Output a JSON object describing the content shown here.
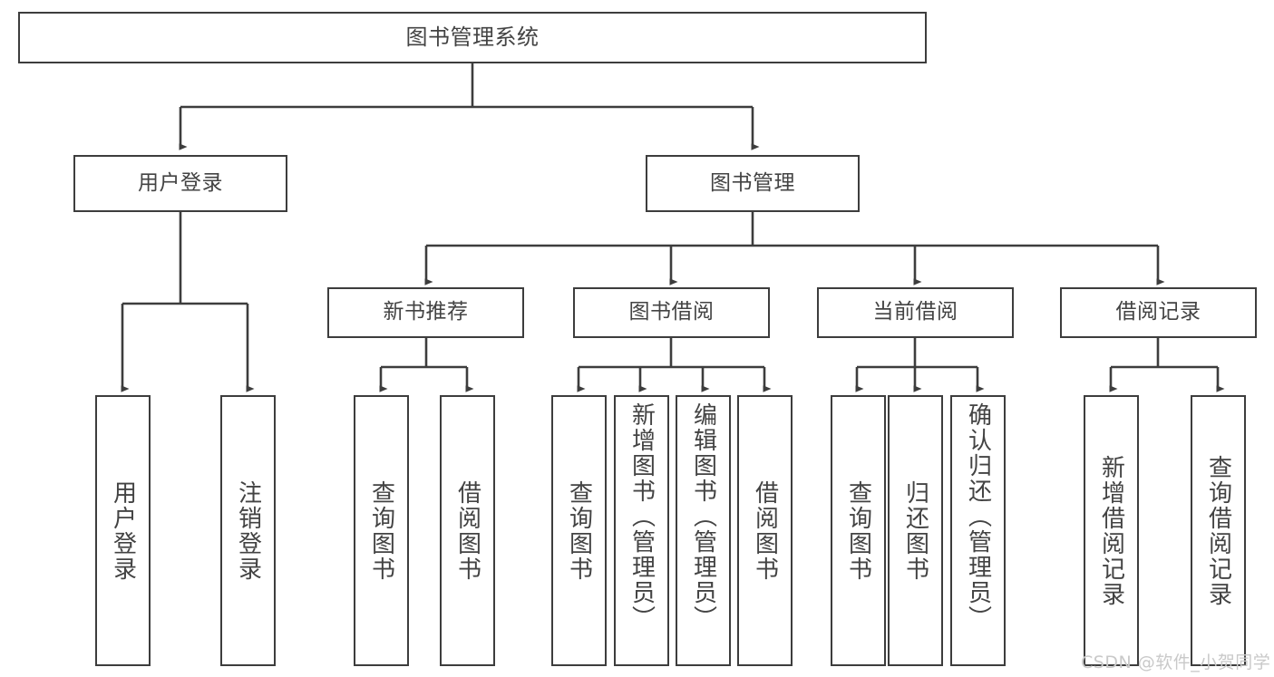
{
  "diagram": {
    "title": "图书管理系统",
    "type": "hierarchy-tree",
    "orientation": "top-down",
    "line_color": "#3d3d3d",
    "box_fill": "#ffffff",
    "text_color": "#434343",
    "watermark": "CSDN @软件_小贺同学"
  },
  "nodes": {
    "root": {
      "label": "图书管理系统"
    },
    "level2": [
      {
        "label": "用户登录"
      },
      {
        "label": "图书管理"
      }
    ],
    "level3": [
      {
        "label": "新书推荐"
      },
      {
        "label": "图书借阅"
      },
      {
        "label": "当前借阅"
      },
      {
        "label": "借阅记录"
      }
    ],
    "leaves_user_login": [
      {
        "label": "用户登录"
      },
      {
        "label": "注销登录"
      }
    ],
    "leaves_new_books": [
      {
        "label": "查询图书"
      },
      {
        "label": "借阅图书"
      }
    ],
    "leaves_borrow": [
      {
        "label": "查询图书"
      },
      {
        "label": "新增图书（管理员）"
      },
      {
        "label": "编辑图书（管理员）"
      },
      {
        "label": "借阅图书"
      }
    ],
    "leaves_current": [
      {
        "label": "查询图书"
      },
      {
        "label": "归还图书"
      },
      {
        "label": "确认归还（管理员）"
      }
    ],
    "leaves_records": [
      {
        "label": "新增借阅记录"
      },
      {
        "label": "查询借阅记录"
      }
    ]
  },
  "chart_data": {
    "type": "tree",
    "title": "图书管理系统",
    "edges": [
      {
        "from": "图书管理系统",
        "to": "用户登录"
      },
      {
        "from": "图书管理系统",
        "to": "图书管理"
      },
      {
        "from": "用户登录",
        "to": "用户登录"
      },
      {
        "from": "用户登录",
        "to": "注销登录"
      },
      {
        "from": "图书管理",
        "to": "新书推荐"
      },
      {
        "from": "图书管理",
        "to": "图书借阅"
      },
      {
        "from": "图书管理",
        "to": "当前借阅"
      },
      {
        "from": "图书管理",
        "to": "借阅记录"
      },
      {
        "from": "新书推荐",
        "to": "查询图书"
      },
      {
        "from": "新书推荐",
        "to": "借阅图书"
      },
      {
        "from": "图书借阅",
        "to": "查询图书"
      },
      {
        "from": "图书借阅",
        "to": "新增图书（管理员）"
      },
      {
        "from": "图书借阅",
        "to": "编辑图书（管理员）"
      },
      {
        "from": "图书借阅",
        "to": "借阅图书"
      },
      {
        "from": "当前借阅",
        "to": "查询图书"
      },
      {
        "from": "当前借阅",
        "to": "归还图书"
      },
      {
        "from": "当前借阅",
        "to": "确认归还（管理员）"
      },
      {
        "from": "借阅记录",
        "to": "新增借阅记录"
      },
      {
        "from": "借阅记录",
        "to": "查询借阅记录"
      }
    ]
  }
}
